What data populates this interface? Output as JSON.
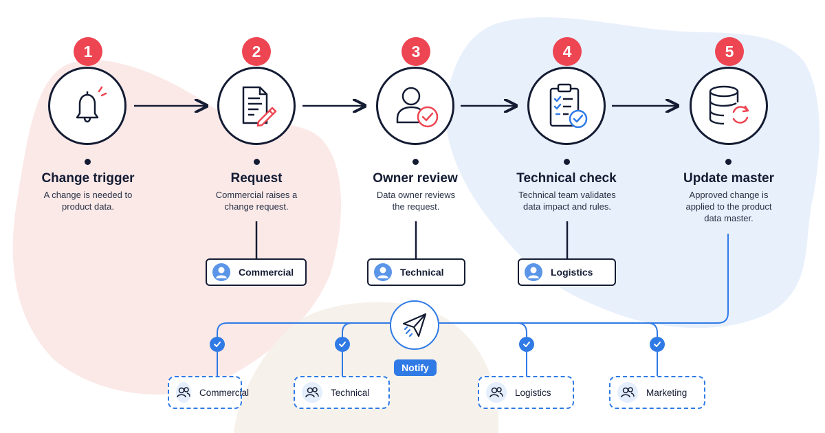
{
  "steps": [
    {
      "number": "1",
      "title": "Change trigger",
      "description": "A change is needed to product data.",
      "icon": "bell-icon"
    },
    {
      "number": "2",
      "title": "Request",
      "description": "Commercial raises a change request.",
      "icon": "document-pencil-icon"
    },
    {
      "number": "3",
      "title": "Owner review",
      "description": "Data owner reviews the request.",
      "icon": "user-check-icon"
    },
    {
      "number": "4",
      "title": "Technical check",
      "description": "Technical team validates data impact and rules.",
      "icon": "clipboard-checklist-icon"
    },
    {
      "number": "5",
      "title": "Update master",
      "description": "Approved change is applied to the product data master.",
      "icon": "database-sync-icon"
    }
  ],
  "roles": [
    {
      "label": "Commercial",
      "icon": "user-avatar-icon"
    },
    {
      "label": "Technical",
      "icon": "user-avatar-icon"
    },
    {
      "label": "Logistics",
      "icon": "user-avatar-icon"
    }
  ],
  "notify": {
    "label": "Notify",
    "icon": "paper-plane-icon"
  },
  "recipients": [
    {
      "label": "Commercial",
      "icon": "users-icon"
    },
    {
      "label": "Technical",
      "icon": "users-icon"
    },
    {
      "label": "Logistics",
      "icon": "users-icon"
    },
    {
      "label": "Marketing",
      "icon": "users-icon"
    }
  ],
  "colors": {
    "accent_red": "#ee4552",
    "accent_blue": "#2f7ae5",
    "ink": "#141c33",
    "blob_pink": "#fbe9e8",
    "blob_blue": "#e8f0fc",
    "blob_beige": "#f6f1ea"
  }
}
